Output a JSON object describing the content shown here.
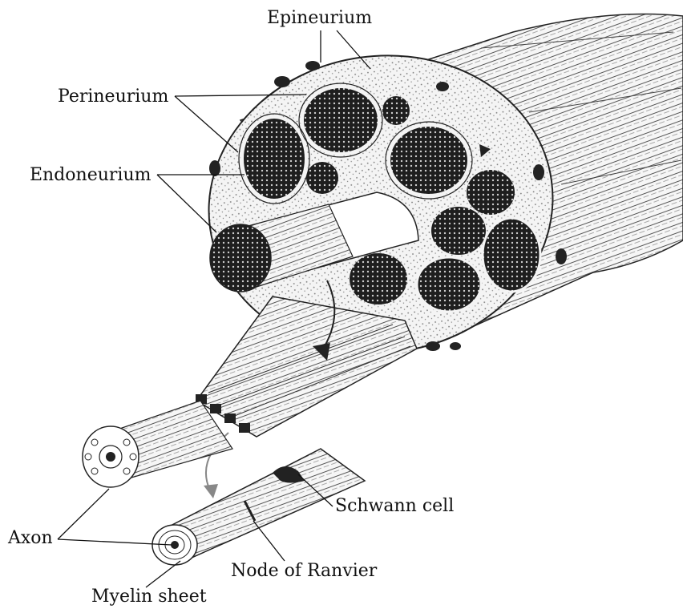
{
  "labels": {
    "epineurium": "Epineurium",
    "perineurium": "Perineurium",
    "endoneurium": "Endoneurium",
    "schwann_cell": "Schwann cell",
    "axon": "Axon",
    "node_of_ranvier": "Node of Ranvier",
    "myelin_sheet": "Myelin sheet"
  },
  "colors": {
    "ink": "#111111",
    "fascicle_fill": "#2a2a2a",
    "nerve_fill": "#f2f2f2",
    "background": "#ffffff"
  }
}
